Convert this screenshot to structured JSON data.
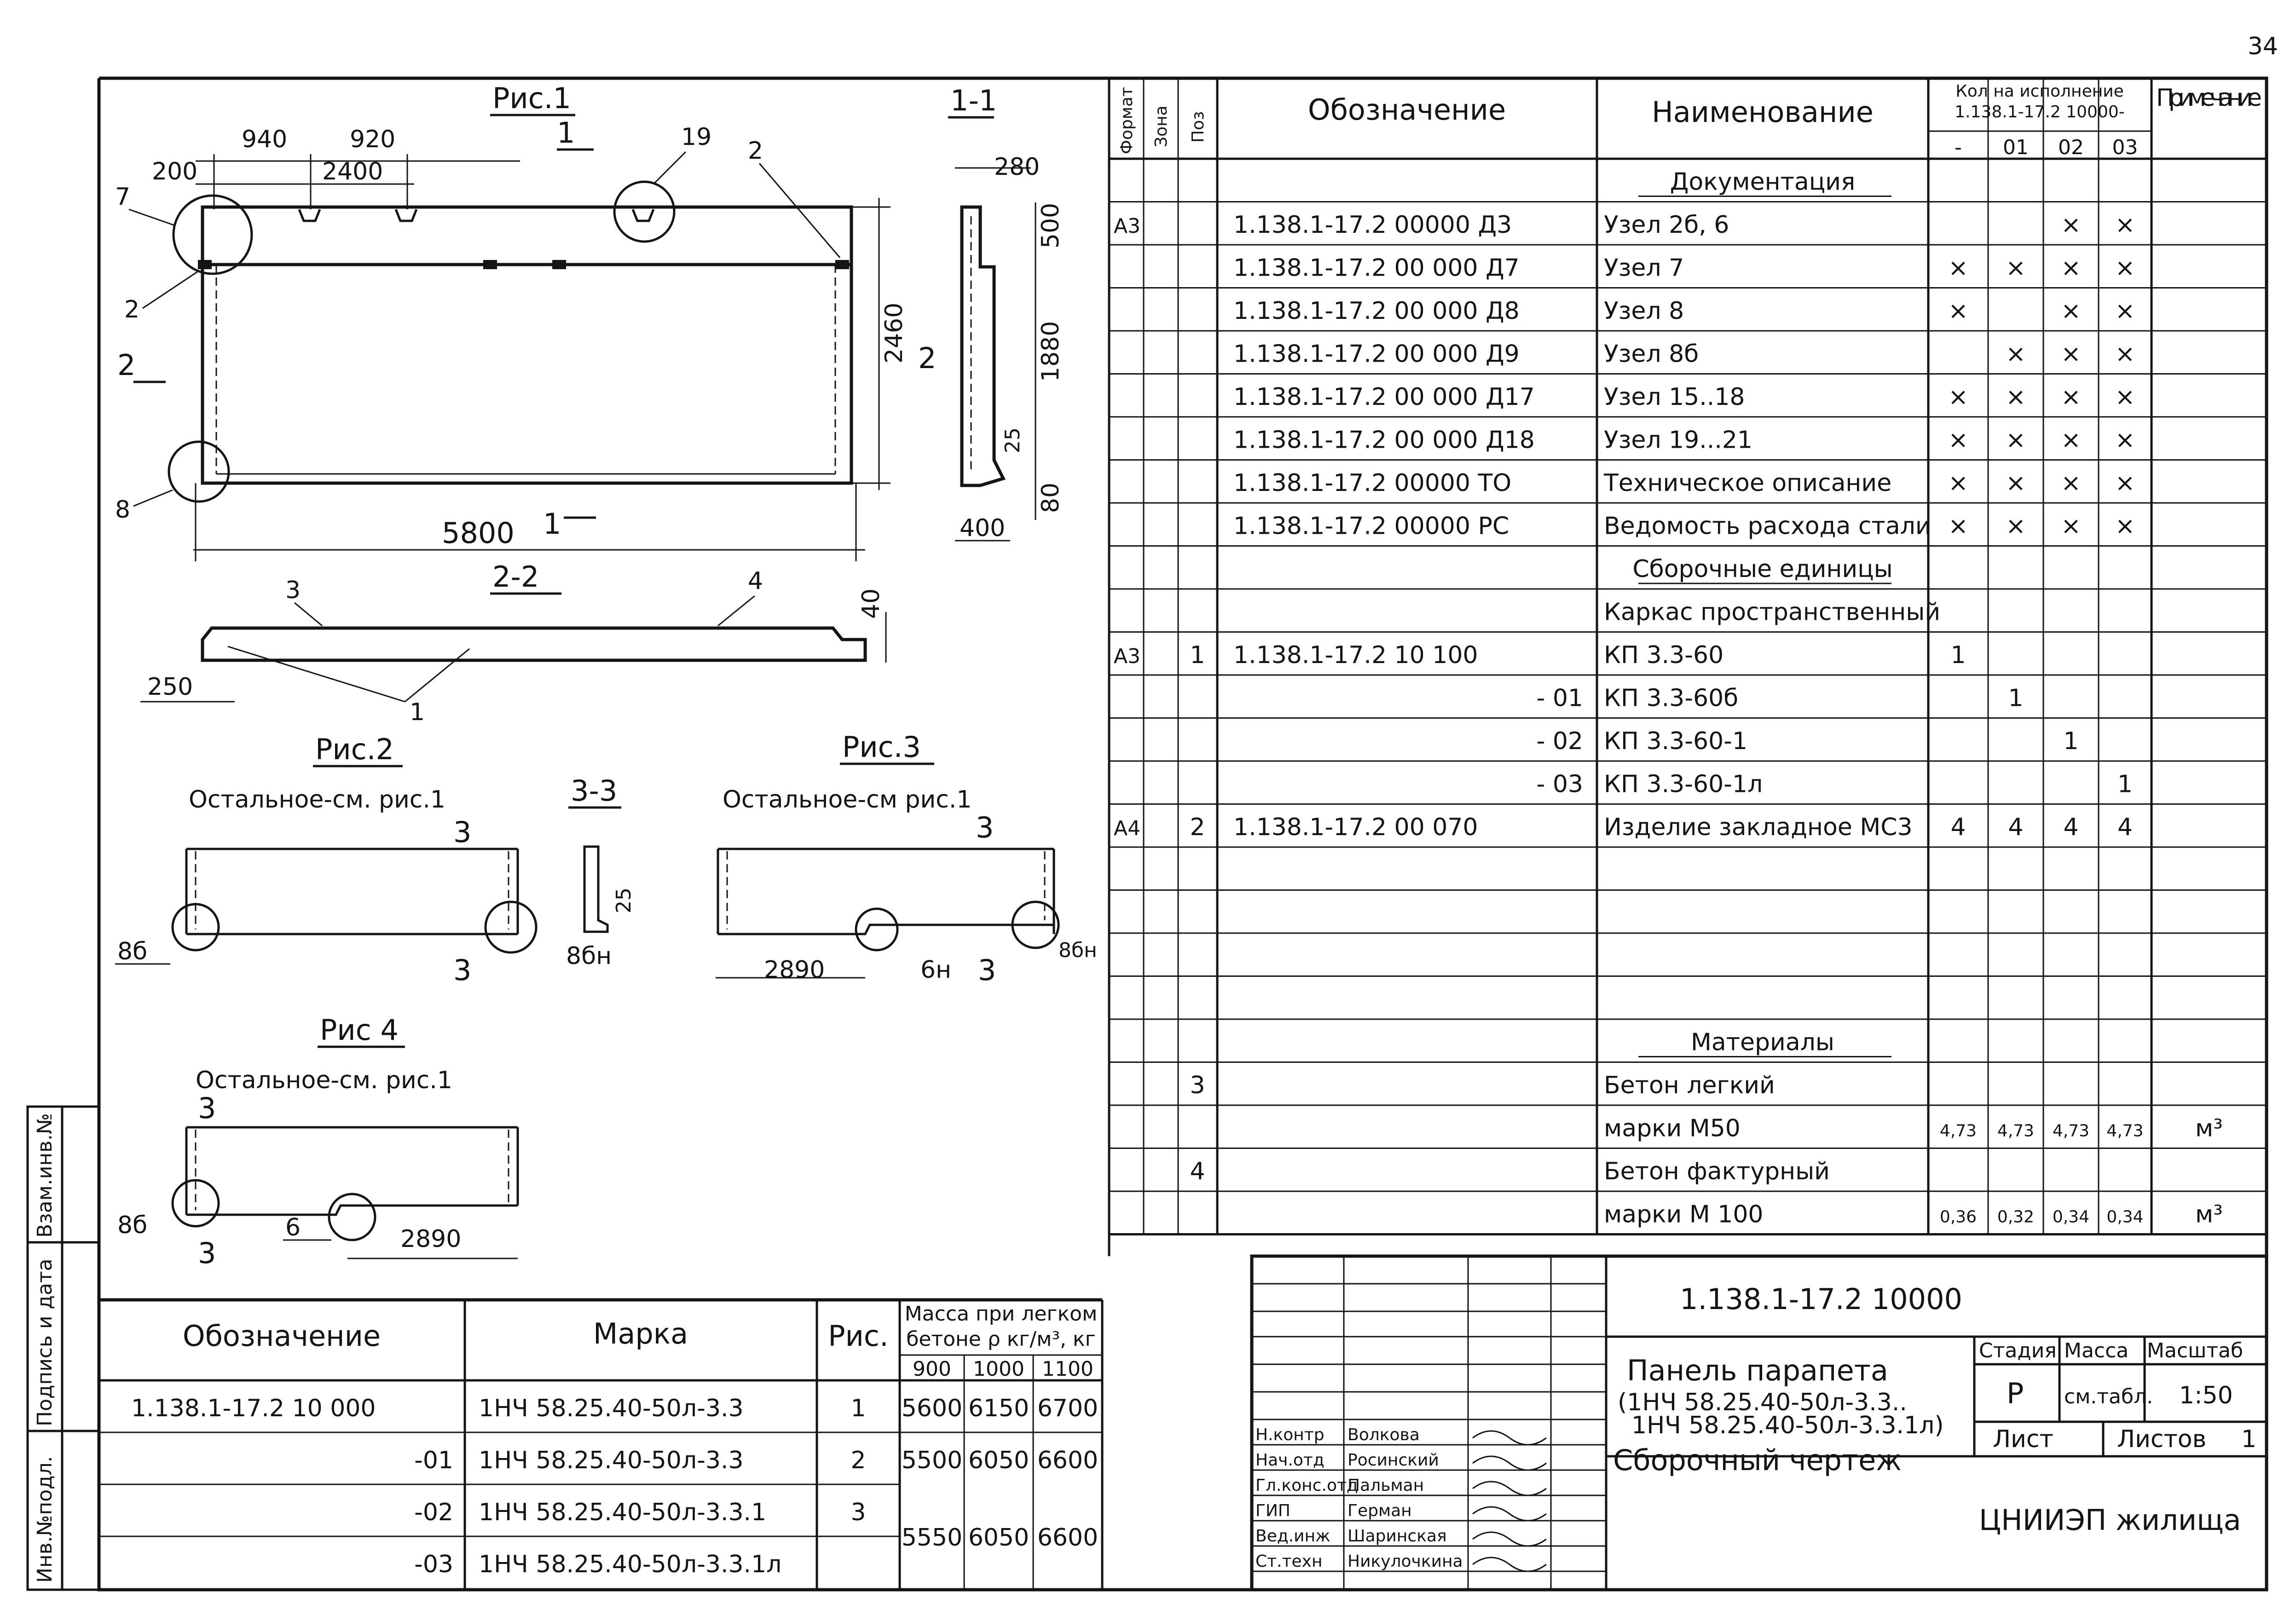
{
  "page_number": "34",
  "figures": {
    "fig1_title": "Рис.1",
    "section_1_1": "1-1",
    "section_2_2": "2-2",
    "section_3_3": "3-3",
    "fig2_title": "Рис.2",
    "fig3_title": "Рис.3",
    "fig4_title": "Рис 4",
    "rest_see_fig1_a": "Остальное-см. рис.1",
    "rest_see_fig1_b": "Остальное-см рис.1",
    "rest_see_fig1_c": "Остальное-см. рис.1"
  },
  "dimensions": {
    "d940": "940",
    "d920": "920",
    "d200": "200",
    "d2400": "2400",
    "d5800": "5800",
    "d2460": "2460",
    "d280": "280",
    "d500": "500",
    "d1880": "1880",
    "d25": "25",
    "d80": "80",
    "d400": "400",
    "d250": "250",
    "d40": "40",
    "d2890a": "2890",
    "d2890b": "2890",
    "d25b": "25"
  },
  "callouts": {
    "c7": "7",
    "c2a": "2",
    "c8": "8",
    "c19": "19",
    "c2b": "2",
    "c1a": "1",
    "c1b": "1",
    "c2s": "2",
    "c2s2": "2",
    "c3": "3",
    "c4": "4",
    "c1c": "1",
    "c3a": "3",
    "c3b": "3",
    "c8b": "8б",
    "c8bn": "8бн",
    "c3c": "3",
    "c6n": "6н",
    "c3d": "3",
    "c8bn2": "8бн",
    "c3e": "3",
    "c8b2": "8б",
    "c6": "6",
    "c3f": "3"
  },
  "side_stamp": {
    "cells": [
      "Взам.инв.№",
      "Подпись и дата",
      "Инв.№подл."
    ]
  },
  "spec_table": {
    "headers": {
      "format": "Формат",
      "zone": "Зона",
      "pos": "Поз",
      "designation": "Обозначение",
      "name": "Наименование",
      "qty_title": "Кол на исполнение",
      "qty_sub": "1.138.1-17.2 10000-",
      "qty_cols": [
        "-",
        "01",
        "02",
        "03"
      ],
      "note": "Примечание"
    },
    "rows": [
      {
        "format": "",
        "pos": "",
        "designation": "",
        "name": "Документация",
        "q": [
          "",
          "",
          "",
          ""
        ],
        "note": ""
      },
      {
        "format": "А3",
        "pos": "",
        "designation": "1.138.1-17.2  00000 Д3",
        "name": "Узел 2б, 6",
        "q": [
          "",
          "",
          "×",
          "×"
        ],
        "note": ""
      },
      {
        "format": "",
        "pos": "",
        "designation": "1.138.1-17.2  00 000 Д7",
        "name": "Узел  7",
        "q": [
          "×",
          "×",
          "×",
          "×"
        ],
        "note": ""
      },
      {
        "format": "",
        "pos": "",
        "designation": "1.138.1-17.2  00 000 Д8",
        "name": "Узел  8",
        "q": [
          "×",
          "",
          "×",
          "×"
        ],
        "note": ""
      },
      {
        "format": "",
        "pos": "",
        "designation": "1.138.1-17.2  00 000 Д9",
        "name": "Узел  8б",
        "q": [
          "",
          "×",
          "×",
          "×"
        ],
        "note": ""
      },
      {
        "format": "",
        "pos": "",
        "designation": "1.138.1-17.2  00 000 Д17",
        "name": "Узел  15..18",
        "q": [
          "×",
          "×",
          "×",
          "×"
        ],
        "note": ""
      },
      {
        "format": "",
        "pos": "",
        "designation": "1.138.1-17.2  00 000 Д18",
        "name": "Узел  19...21",
        "q": [
          "×",
          "×",
          "×",
          "×"
        ],
        "note": ""
      },
      {
        "format": "",
        "pos": "",
        "designation": "1.138.1-17.2  00000 ТО",
        "name": "Техническое описание",
        "q": [
          "×",
          "×",
          "×",
          "×"
        ],
        "note": ""
      },
      {
        "format": "",
        "pos": "",
        "designation": "1.138.1-17.2  00000 РС",
        "name": "Ведомость расхода стали",
        "q": [
          "×",
          "×",
          "×",
          "×"
        ],
        "note": ""
      },
      {
        "format": "",
        "pos": "",
        "designation": "",
        "name": "Сборочные единицы",
        "q": [
          "",
          "",
          "",
          ""
        ],
        "note": ""
      },
      {
        "format": "",
        "pos": "",
        "designation": "",
        "name": "Каркас пространственный",
        "q": [
          "",
          "",
          "",
          ""
        ],
        "note": ""
      },
      {
        "format": "А3",
        "pos": "1",
        "designation": "1.138.1-17.2  10 100",
        "name": "КП 3.3-60",
        "q": [
          "1",
          "",
          "",
          ""
        ],
        "note": ""
      },
      {
        "format": "",
        "pos": "",
        "designation": "- 01",
        "name": "КП 3.3-60б",
        "q": [
          "",
          "1",
          "",
          ""
        ],
        "note": ""
      },
      {
        "format": "",
        "pos": "",
        "designation": "- 02",
        "name": "КП 3.3-60-1",
        "q": [
          "",
          "",
          "1",
          ""
        ],
        "note": ""
      },
      {
        "format": "",
        "pos": "",
        "designation": "- 03",
        "name": "КП 3.3-60-1л",
        "q": [
          "",
          "",
          "",
          "1"
        ],
        "note": ""
      },
      {
        "format": "А4",
        "pos": "2",
        "designation": "1.138.1-17.2  00 070",
        "name": "Изделие закладное МС3",
        "q": [
          "4",
          "4",
          "4",
          "4"
        ],
        "note": ""
      },
      {
        "format": "",
        "pos": "",
        "designation": "",
        "name": "",
        "q": [
          "",
          "",
          "",
          ""
        ],
        "note": ""
      },
      {
        "format": "",
        "pos": "",
        "designation": "",
        "name": "",
        "q": [
          "",
          "",
          "",
          ""
        ],
        "note": ""
      },
      {
        "format": "",
        "pos": "",
        "designation": "",
        "name": "",
        "q": [
          "",
          "",
          "",
          ""
        ],
        "note": ""
      },
      {
        "format": "",
        "pos": "",
        "designation": "",
        "name": "",
        "q": [
          "",
          "",
          "",
          ""
        ],
        "note": ""
      },
      {
        "format": "",
        "pos": "",
        "designation": "",
        "name": "Материалы",
        "q": [
          "",
          "",
          "",
          ""
        ],
        "note": ""
      },
      {
        "format": "",
        "pos": "3",
        "designation": "",
        "name": "Бетон легкий",
        "q": [
          "",
          "",
          "",
          ""
        ],
        "note": ""
      },
      {
        "format": "",
        "pos": "",
        "designation": "",
        "name": "марки  М50",
        "q": [
          "4,73",
          "4,73",
          "4,73",
          "4,73"
        ],
        "note": "м³"
      },
      {
        "format": "",
        "pos": "4",
        "designation": "",
        "name": "Бетон фактурный",
        "q": [
          "",
          "",
          "",
          ""
        ],
        "note": ""
      },
      {
        "format": "",
        "pos": "",
        "designation": "",
        "name": "марки  М 100",
        "q": [
          "0,36",
          "0,32",
          "0,34",
          "0,34"
        ],
        "note": "м³"
      }
    ]
  },
  "mass_table": {
    "headers": {
      "designation": "Обозначение",
      "mark": "Марка",
      "fig": "Рис.",
      "mass_title_1": "Масса при легком",
      "mass_title_2": "бетоне ρ кг/м³, кг",
      "density": [
        "900",
        "1000",
        "1100"
      ]
    },
    "rows": [
      {
        "designation": "1.138.1-17.2  10 000",
        "mark": "1НЧ 58.25.40-50л-3.3",
        "fig": "1",
        "m": [
          "5600",
          "6150",
          "6700"
        ]
      },
      {
        "designation": "-01",
        "mark": "1НЧ 58.25.40-50л-3.3",
        "fig": "2",
        "m": [
          "5500",
          "6050",
          "6600"
        ]
      },
      {
        "designation": "-02",
        "mark": "1НЧ 58.25.40-50л-3.3.1",
        "fig": "3",
        "m": [
          "5550",
          "6050",
          "6600"
        ]
      },
      {
        "designation": "-03",
        "mark": "1НЧ 58.25.40-50л-3.3.1л",
        "fig": "",
        "m": [
          "",
          "",
          ""
        ]
      }
    ]
  },
  "title_block": {
    "code": "1.138.1-17.2   10000",
    "title_1": "Панель парапета",
    "title_2": "(1НЧ 58.25.40-50л-3.3..",
    "title_3": "1НЧ 58.25.40-50л-3.3.1л)",
    "title_4": "Сборочный чертеж",
    "stage_label": "Стадия",
    "mass_label": "Масса",
    "scale_label": "Масштаб",
    "stage": "Р",
    "mass": "см.табл.",
    "scale": "1:50",
    "sheet_label": "Лист",
    "sheets_label": "Листов",
    "sheets": "1",
    "org": "ЦНИИЭП жилища",
    "signers": [
      {
        "role": "Н.контр",
        "name": "Волкова"
      },
      {
        "role": "Нач.отд",
        "name": "Росинский"
      },
      {
        "role": "Гл.конс.отд",
        "name": "Пальман"
      },
      {
        "role": "ГИП",
        "name": "Герман"
      },
      {
        "role": "Вед.инж",
        "name": "Шаринская"
      },
      {
        "role": "Ст.техн",
        "name": "Никулочкина"
      }
    ]
  }
}
